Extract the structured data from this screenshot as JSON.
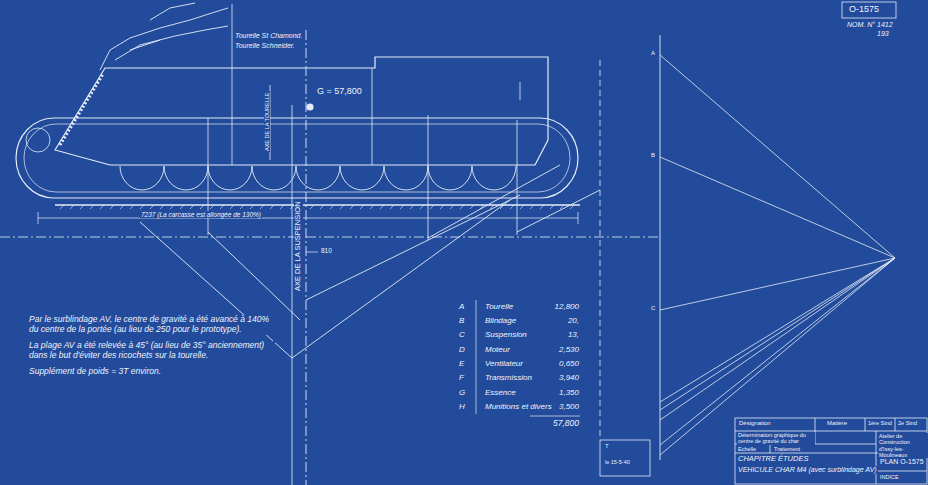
{
  "diagram": {
    "labels": [
      "Tourelle St Chamond.",
      "Tourelle Schneider.",
      "G = 57,800",
      "AXE DE LA TOURELLE",
      "AXE DE LA SUSPENSION",
      "7237 (La carcasse est allongée de 130%)",
      "810",
      "Par le surblindage AV, le centre de gravité a été avancé à 140% du centre de la portée (au lieu de 250 pour le prototype).",
      "La plage AV a été relevée à 45° (au lieu de 35° anciennement) dans le but d'éviter des ricochets sur la tourelle.",
      "Supplément de poids = 3T environ.",
      "A",
      "Tourelle",
      "12,800",
      "B",
      "Blindage",
      "20,",
      "C",
      "Suspension",
      "13,",
      "D",
      "Moteur",
      "2,530",
      "E",
      "Ventilateur",
      "0,650",
      "F",
      "Transmission",
      "3,940",
      "G",
      "Essence",
      "1,350",
      "H",
      "Munitions et divers",
      "3,500",
      "57,800",
      "A",
      "B",
      "C",
      "Désignation",
      "Matière",
      "1ère Stnd",
      "2e Stnd",
      "Détermination graphique du centre de gravité du char",
      "Echelle",
      "Traitement",
      "CHAPITRE ÉTUDES",
      "VEHICULE CHAR M4 (avec surblindage AV)",
      "Atelier de Construction d'Issy-les-Moulineaux",
      "PLAN O-1575",
      "INDICE",
      "T",
      "le 15-5-40",
      "O-1575",
      "NOM. N° 1412",
      "193"
    ]
  }
}
